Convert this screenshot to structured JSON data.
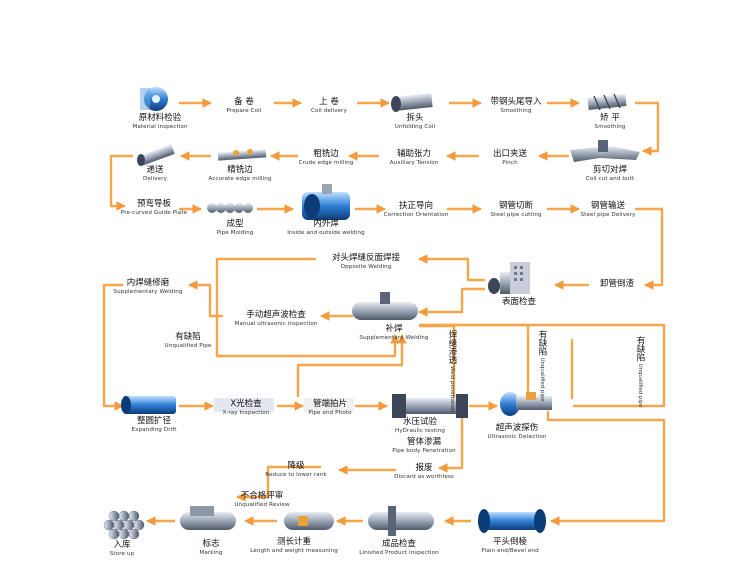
{
  "colors": {
    "flow": "#f5a64a",
    "arrow_dark": "#e8882a",
    "metal": "#9aa3b4",
    "metal_dark": "#4b5568"
  },
  "steps": {
    "raw_material": {
      "zh": "原材料检验",
      "en": "Material inspection"
    },
    "prepare_coil": {
      "zh": "备 卷",
      "en": "Prepare   Coil"
    },
    "coil_delivery": {
      "zh": "上 卷",
      "en": "Coil   delivery"
    },
    "unfolding": {
      "zh": "拆头",
      "en": "Unfolding Coil"
    },
    "smoothing_head": {
      "zh": "带钢头尾导入",
      "en": "Smoothing"
    },
    "smoothing": {
      "zh": "矫 平",
      "en": "Smoothing"
    },
    "coil_cut_butt": {
      "zh": "剪切对焊",
      "en": "Coil cut and butt"
    },
    "pinch": {
      "zh": "出口夹送",
      "en": "Pinch"
    },
    "aux_tension": {
      "zh": "辅助张力",
      "en": "Auxiliary Tension"
    },
    "crude_edge": {
      "zh": "粗铣边",
      "en": "Crude edge milling"
    },
    "accurate_edge": {
      "zh": "精铣边",
      "en": "Accurate edge milling"
    },
    "delivery": {
      "zh": "递送",
      "en": "Delivery"
    },
    "guide_plate": {
      "zh": "预弯导板",
      "en": "Pre-curved Guide Plate"
    },
    "molding": {
      "zh": "成型",
      "en": "Pipe Molding"
    },
    "welding": {
      "zh": "内外焊",
      "en": "Inside and outside welding"
    },
    "correction": {
      "zh": "扶正导向",
      "en": "Correction Orientation"
    },
    "cutting": {
      "zh": "钢管切断",
      "en": "Steel pipe cutting"
    },
    "pipe_delivery": {
      "zh": "钢管输送",
      "en": "Steel pipe Delivery"
    },
    "unload": {
      "zh": "卸管倒渣",
      "en": ""
    },
    "surface": {
      "zh": "表面检查",
      "en": ""
    },
    "opposite": {
      "zh": "对头焊缝反面焊接",
      "en": "Opposite Welding"
    },
    "inner_repair": {
      "zh": "内焊缝修磨",
      "en": "Supplementary Welding"
    },
    "manual_ut": {
      "zh": "手动超声波检查",
      "en": "Manual ultrasonic inspection"
    },
    "supplementary": {
      "zh": "补焊",
      "en": "Supplementary Welding"
    },
    "unqualified_pipe": {
      "zh": "有缺陷",
      "en": "Unqualified Pipe"
    },
    "expanding": {
      "zh": "整圆扩径",
      "en": "Expanding Drift"
    },
    "xray": {
      "zh": "X光检查",
      "en": "X-ray Inspection"
    },
    "pipe_end_photo": {
      "zh": "管端拍片",
      "en": "Pipe end Photo"
    },
    "hydraulic": {
      "zh": "水压试验",
      "en": "HyDraulic testing"
    },
    "body_penetration": {
      "zh": "管体渗漏",
      "en": "Pipe body Penetration"
    },
    "weld_penetration": {
      "zh": "焊缝渗透",
      "en": "Weld penetration"
    },
    "ut_detection": {
      "zh": "超声波探伤",
      "en": "Ultrasonic Detection"
    },
    "defect_a": {
      "zh": "有缺陷",
      "en": "Unqualified pipe"
    },
    "defect_b": {
      "zh": "有缺陷",
      "en": "Unqualified pipe"
    },
    "reduce_rank": {
      "zh": "降级",
      "en": "Reduce to lower rank"
    },
    "discard": {
      "zh": "报废",
      "en": "Discard as worthless"
    },
    "review": {
      "zh": "不合格评审",
      "en": "Unqualified Review"
    },
    "bevel": {
      "zh": "平头倒棱",
      "en": "Plain end/Bevel end"
    },
    "finished_inspection": {
      "zh": "成品检查",
      "en": "Linished Product inspection"
    },
    "length_weight": {
      "zh": "测长计重",
      "en": "Length and weight measuning"
    },
    "marking": {
      "zh": "标志",
      "en": "Marking"
    },
    "storage": {
      "zh": "入库",
      "en": "Store up"
    }
  }
}
